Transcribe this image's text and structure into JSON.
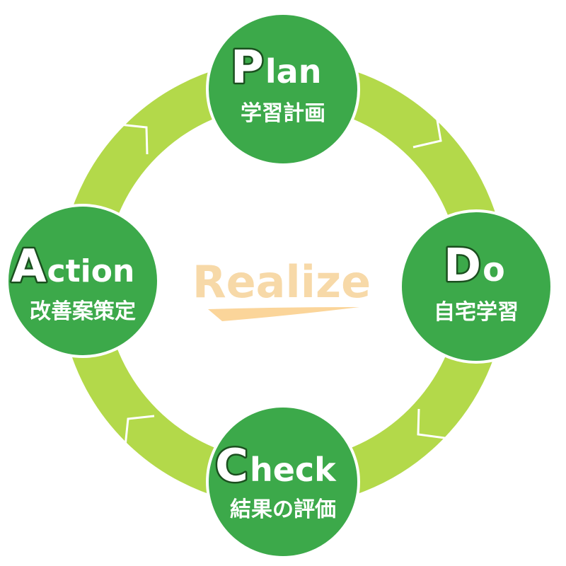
{
  "center_label": "Realize",
  "stages": {
    "plan": {
      "initial": "P",
      "rest": "lan",
      "subtitle": "学習計画"
    },
    "do": {
      "initial": "D",
      "rest": "o",
      "subtitle": "自宅学習"
    },
    "check": {
      "initial": "C",
      "rest": "heck",
      "subtitle": "結果の評価"
    },
    "action": {
      "initial": "A",
      "rest": "ction",
      "subtitle": "改善案策定"
    }
  },
  "colors": {
    "ring": "#b3d94a",
    "node": "#3ca94a",
    "node_border": "#ffffff",
    "initial_fill": "#ffffff",
    "initial_stroke": "#1b4f1f",
    "text": "#ffffff",
    "realize_text": "#f7d9a8",
    "realize_swoosh": "#fbd59a"
  }
}
